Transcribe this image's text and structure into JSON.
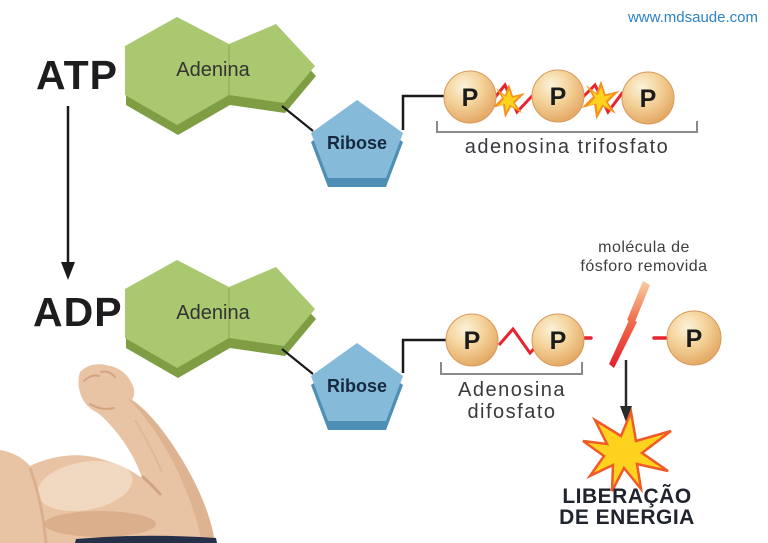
{
  "site": {
    "watermark": "www.mdsaude.com"
  },
  "atp": {
    "label": "ATP",
    "adenine_label": "Adenina",
    "ribose_label": "Ribose",
    "phosphates": [
      "P",
      "P",
      "P"
    ],
    "caption": "adenosina trifosfato"
  },
  "adp": {
    "label": "ADP",
    "adenine_label": "Adenina",
    "ribose_label": "Ribose",
    "phosphates": [
      "P",
      "P"
    ],
    "removed_phosphate": "P",
    "caption_line1": "Adenosina",
    "caption_line2": "difosfato",
    "note_line1": "molécula de",
    "note_line2": "fósforo removida",
    "energy_line1": "LIBERAÇÃO",
    "energy_line2": "DE ENERGIA"
  },
  "colors": {
    "adenine_green": "#a9c86f",
    "adenine_green_dark": "#7f9e43",
    "ribose_blue": "#85bad8",
    "ribose_blue_dark": "#4e8fb5",
    "phosphate_tan": "#f2cd92",
    "bond_red": "#e8232f",
    "spark_yellow": "#ffd21e",
    "spark_orange": "#f6921e",
    "watermark_blue": "#2a83c4"
  }
}
